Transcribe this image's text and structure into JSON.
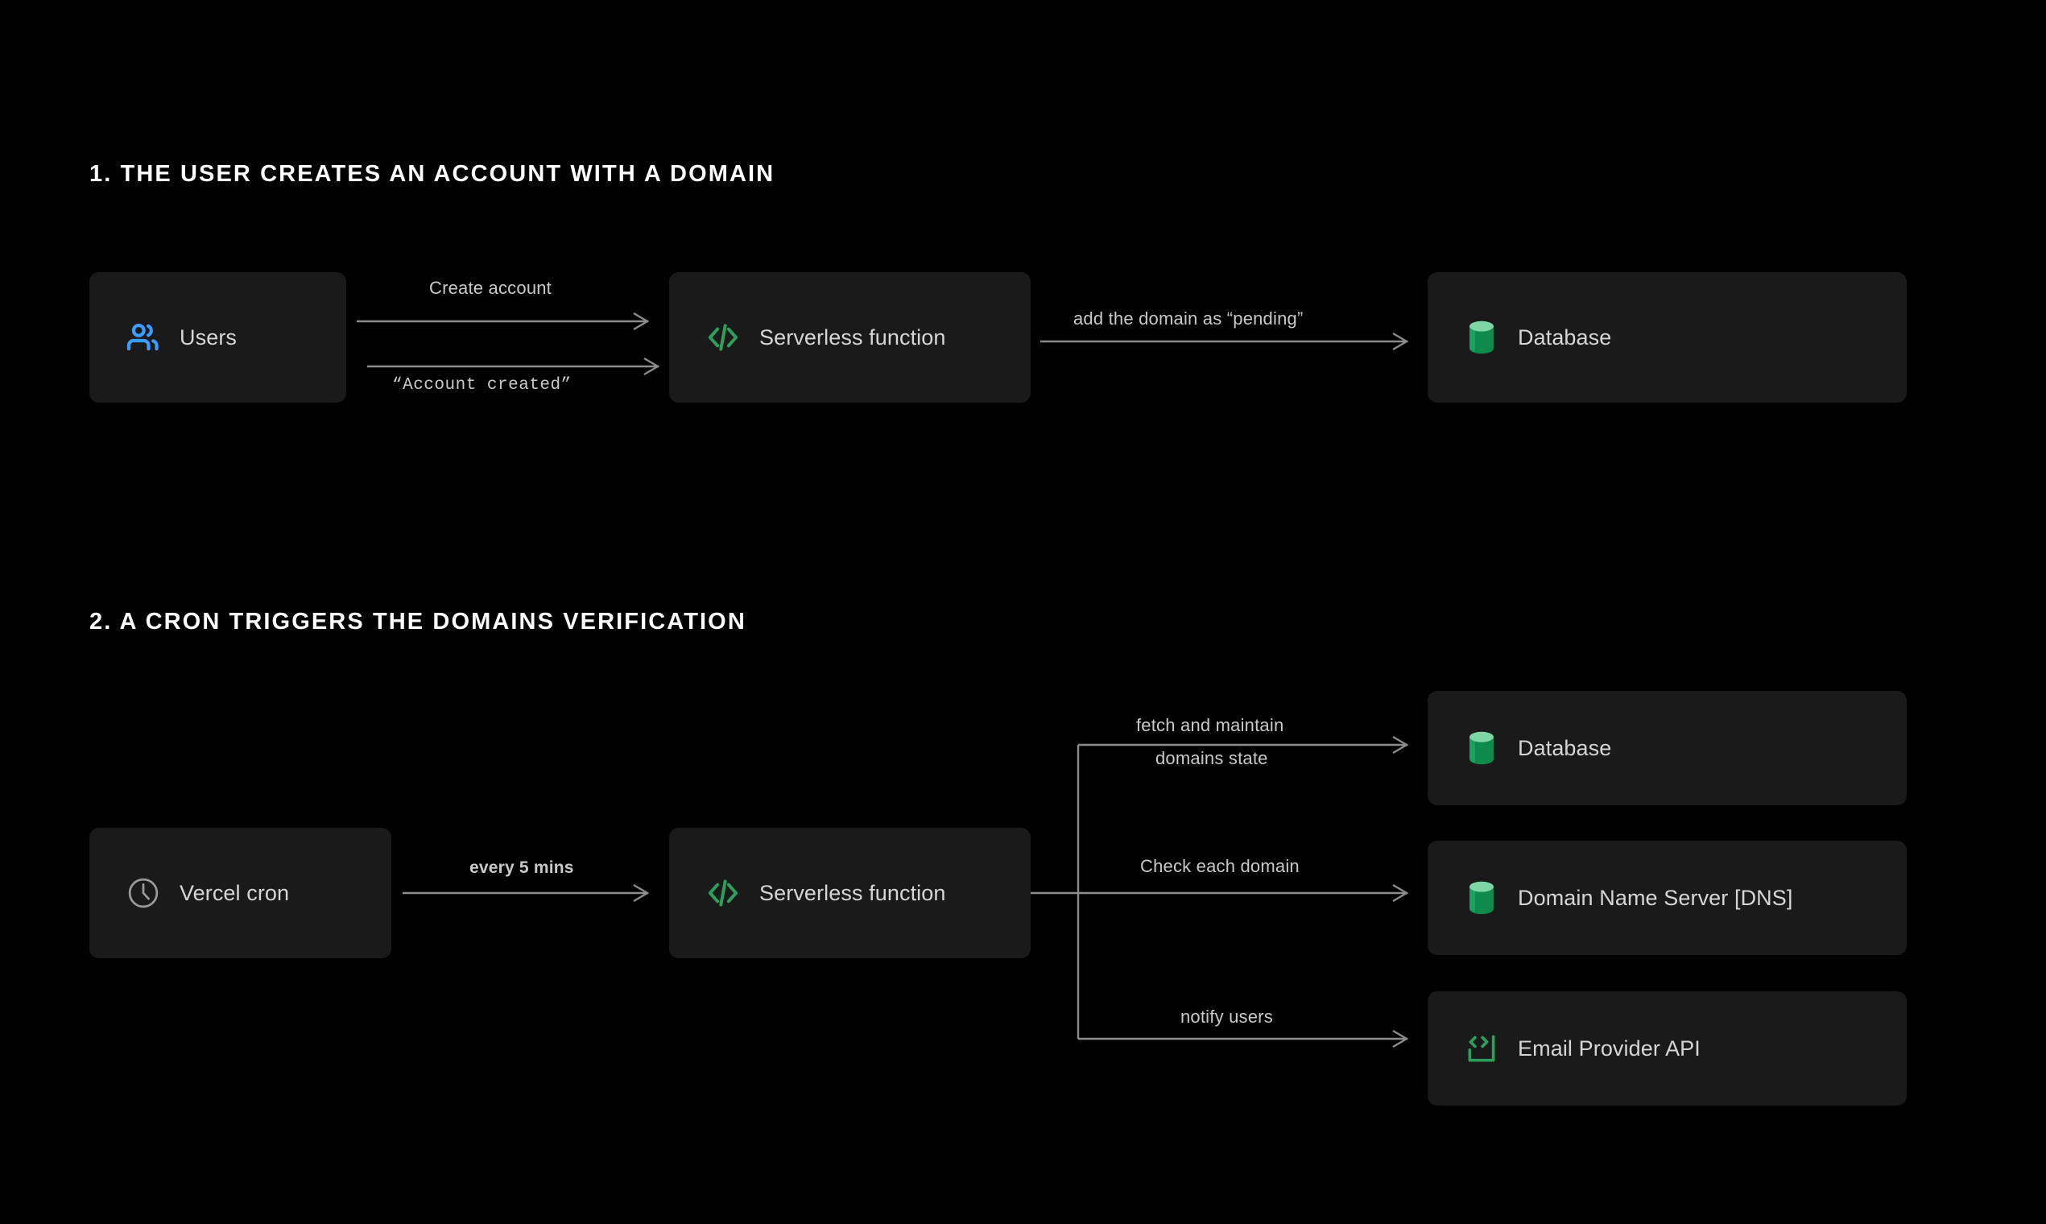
{
  "page": {
    "background": "#000000",
    "accent_green": "#2e9e5b",
    "accent_green_light": "#7ed6a4",
    "accent_blue": "#3b9dfd",
    "node_fill": "#1a1a1a",
    "edge_color": "#8c8c8c",
    "text_primary": "#ffffff",
    "text_secondary": "#d6d6d6",
    "text_edge": "#c9c9c9"
  },
  "sections": [
    {
      "id": "section-1",
      "heading": "1. THE USER CREATES AN ACCOUNT WITH A DOMAIN"
    },
    {
      "id": "section-2",
      "heading": "2. A CRON TRIGGERS THE DOMAINS VERIFICATION"
    }
  ],
  "nodes": {
    "users": {
      "label": "Users",
      "icon": "users-icon"
    },
    "serverless_1": {
      "label": "Serverless function",
      "icon": "code-brackets-icon"
    },
    "database_1": {
      "label": "Database",
      "icon": "database-cylinder-icon"
    },
    "vercel_cron": {
      "label": "Vercel cron",
      "icon": "clock-icon"
    },
    "serverless_2": {
      "label": "Serverless function",
      "icon": "code-brackets-icon"
    },
    "database_2": {
      "label": "Database",
      "icon": "database-cylinder-icon"
    },
    "dns": {
      "label": "Domain Name Server  [DNS]",
      "icon": "database-cylinder-icon"
    },
    "email_api": {
      "label": "Email Provider API",
      "icon": "api-bracket-icon"
    }
  },
  "edges": {
    "create_account": "Create account",
    "account_created": "“Account created”",
    "add_pending": "add the domain as “pending”",
    "every_5_mins": "every 5 mins",
    "fetch_line_1": "fetch and maintain",
    "fetch_line_2": "domains state",
    "check_domain": "Check each domain",
    "notify_users": "notify users"
  }
}
